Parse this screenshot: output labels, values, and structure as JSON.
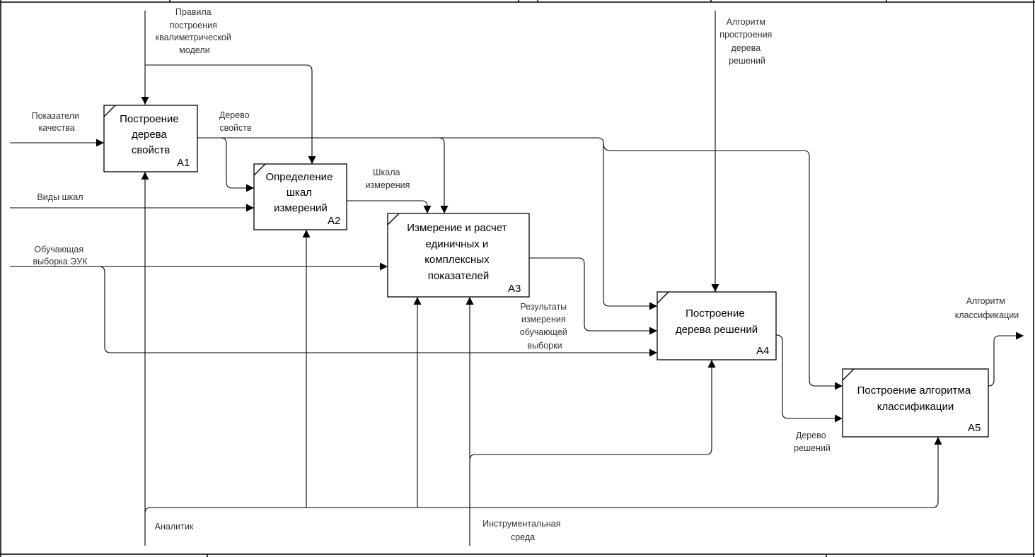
{
  "boxes": {
    "a1": {
      "title_lines": [
        "Построение",
        "дерева",
        "свойств"
      ],
      "number": "A1"
    },
    "a2": {
      "title_lines": [
        "Определение",
        "шкал",
        "измерений"
      ],
      "number": "A2"
    },
    "a3": {
      "title_lines": [
        "Измерение и расчет",
        "единичных и",
        "комплексных",
        "показателей"
      ],
      "number": "A3"
    },
    "a4": {
      "title_lines": [
        "Построение",
        "дерева решений"
      ],
      "number": "A4"
    },
    "a5": {
      "title_lines": [
        "Построение алгоритма",
        "классификации"
      ],
      "number": "A5"
    }
  },
  "arrows": {
    "rules": [
      "Правила",
      "построения",
      "квалиметрической",
      "модели"
    ],
    "quality": [
      "Показатели",
      "качества"
    ],
    "scales": [
      "Виды шкал"
    ],
    "sample": [
      "Обучающая",
      "выборка ЭУК"
    ],
    "property_tree": [
      "Дерево",
      "свойств"
    ],
    "scale": [
      "Шкала",
      "измерения"
    ],
    "tree_algo": [
      "Алгоритм",
      "простроения",
      "дерева",
      "решений"
    ],
    "results": [
      "Результаты",
      "измерения",
      "обучающей",
      "выборки"
    ],
    "decision_tree": [
      "Дерево",
      "решений"
    ],
    "class_algo": [
      "Алгоритм",
      "классификации"
    ],
    "analyst": [
      "Аналитик"
    ],
    "tools": [
      "Инструментальная",
      "среда"
    ]
  }
}
